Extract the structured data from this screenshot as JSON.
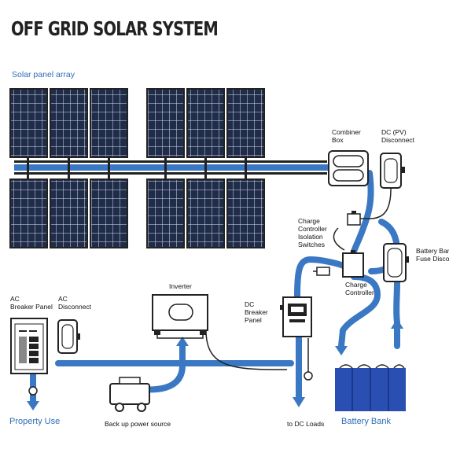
{
  "title": "OFF GRID SOLAR SYSTEM",
  "colors": {
    "flow": "#3a78c4",
    "frame": "#222222",
    "cell": "#1f2d4a",
    "battery": "#2a4fb3"
  },
  "labels": {
    "solar_array": "Solar panel array",
    "combiner_box": [
      "Combiner",
      "Box"
    ],
    "dc_pv_disconnect": [
      "DC (PV)",
      "Disconnect"
    ],
    "charge_controller_isolation": [
      "Charge",
      "Controller",
      "Isolation",
      "Switches"
    ],
    "battery_fuse": [
      "Battery Bank",
      "Fuse Disconnect"
    ],
    "charge_controller": [
      "Charge",
      "Controller"
    ],
    "inverter": "Inverter",
    "ac_breaker_panel": [
      "AC",
      "Breaker Panel"
    ],
    "ac_disconnect": [
      "AC",
      "Disconnect"
    ],
    "dc_breaker_panel": [
      "DC",
      "Breaker",
      "Panel"
    ],
    "property_use": "Property Use",
    "backup_power": "Back up power source",
    "dc_loads": "to DC Loads",
    "battery_bank": "Battery Bank"
  },
  "icons": [
    "solar-panel-icon",
    "combiner-box-icon",
    "disconnect-switch-icon",
    "inverter-icon",
    "breaker-panel-icon",
    "generator-icon",
    "battery-icon",
    "arrow-icon"
  ]
}
